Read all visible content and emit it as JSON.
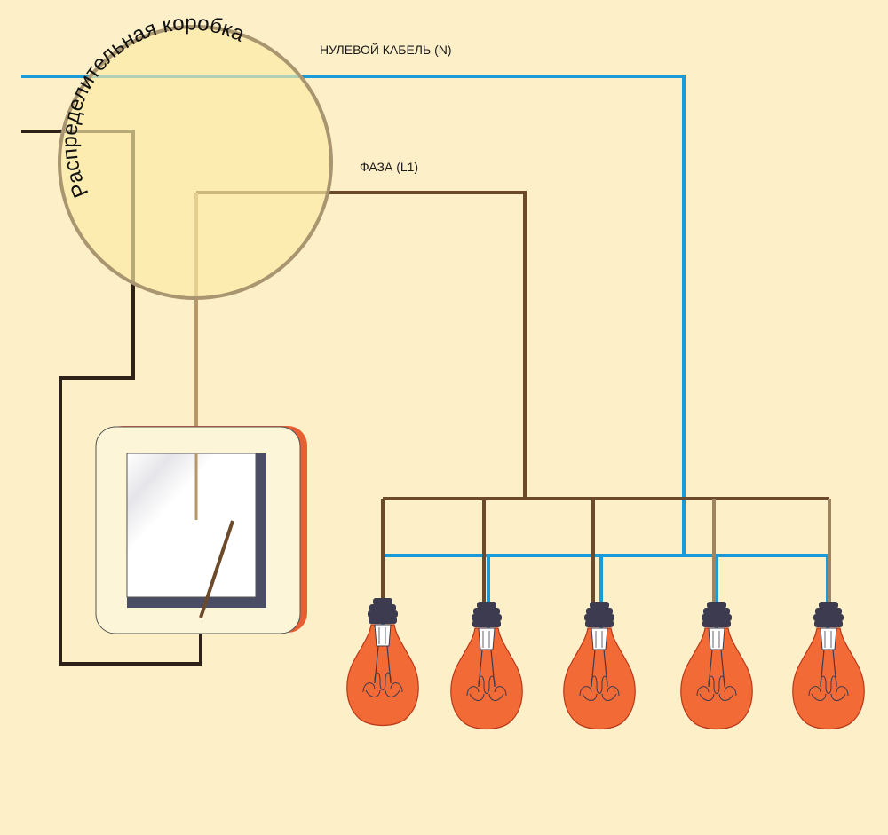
{
  "labels": {
    "neutral_cable": "НУЛЕВОЙ КАБЕЛЬ (N)",
    "phase": "ФАЗА (L1)",
    "junction_box": "Распределительная коробка"
  },
  "colors": {
    "background": "#fdf0c8",
    "neutral_wire": "#1a9ad6",
    "phase_wire": "#6b4a2b",
    "input_wire": "#2e2218",
    "switch_wire": "#b5976a",
    "junction_box": "#fbeaa3",
    "bulb_glass": "#f26a35",
    "bulb_base": "#3d3b4f",
    "switch_frame": "#fdf5d8",
    "switch_shadow": "#e85f33",
    "switch_key": "#4a4d63"
  },
  "components": {
    "junction_box_icon": "junction-box",
    "switch_icon": "single-key-light-switch",
    "bulb_icon": "incandescent-bulb",
    "bulbs": [
      {
        "id": "bulb-1"
      },
      {
        "id": "bulb-2"
      },
      {
        "id": "bulb-3"
      },
      {
        "id": "bulb-4"
      },
      {
        "id": "bulb-5"
      }
    ]
  }
}
